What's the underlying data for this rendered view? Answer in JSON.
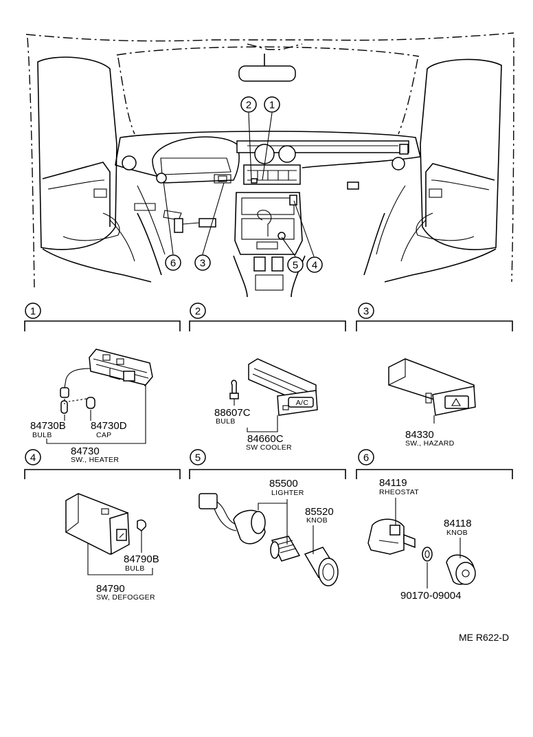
{
  "overview": {
    "callouts": [
      "2",
      "1",
      "6",
      "3",
      "5",
      "4"
    ]
  },
  "sections": [
    {
      "number": "1",
      "parts": [
        {
          "part": "84730B",
          "name": "BULB"
        },
        {
          "part": "84730D",
          "name": "CAP"
        },
        {
          "part": "84730",
          "name": "SW., HEATER"
        }
      ]
    },
    {
      "number": "2",
      "parts": [
        {
          "part": "88607C",
          "name": "BULB"
        },
        {
          "part": "84660C",
          "name": "SW COOLER"
        }
      ],
      "button_label": "A/C"
    },
    {
      "number": "3",
      "parts": [
        {
          "part": "84330",
          "name": "SW., HAZARD"
        }
      ]
    },
    {
      "number": "4",
      "parts": [
        {
          "part": "84790B",
          "name": "BULB"
        },
        {
          "part": "84790",
          "name": "SW, DEFOGGER"
        }
      ]
    },
    {
      "number": "5",
      "parts": [
        {
          "part": "85500",
          "name": "LIGHTER"
        },
        {
          "part": "85520",
          "name": "KNOB"
        }
      ]
    },
    {
      "number": "6",
      "parts": [
        {
          "part": "84119",
          "name": "RHEOSTAT"
        },
        {
          "part": "84118",
          "name": "KNOB"
        },
        {
          "part": "90170-09004",
          "name": ""
        }
      ]
    }
  ],
  "drawing_code": "ME  R622-D"
}
